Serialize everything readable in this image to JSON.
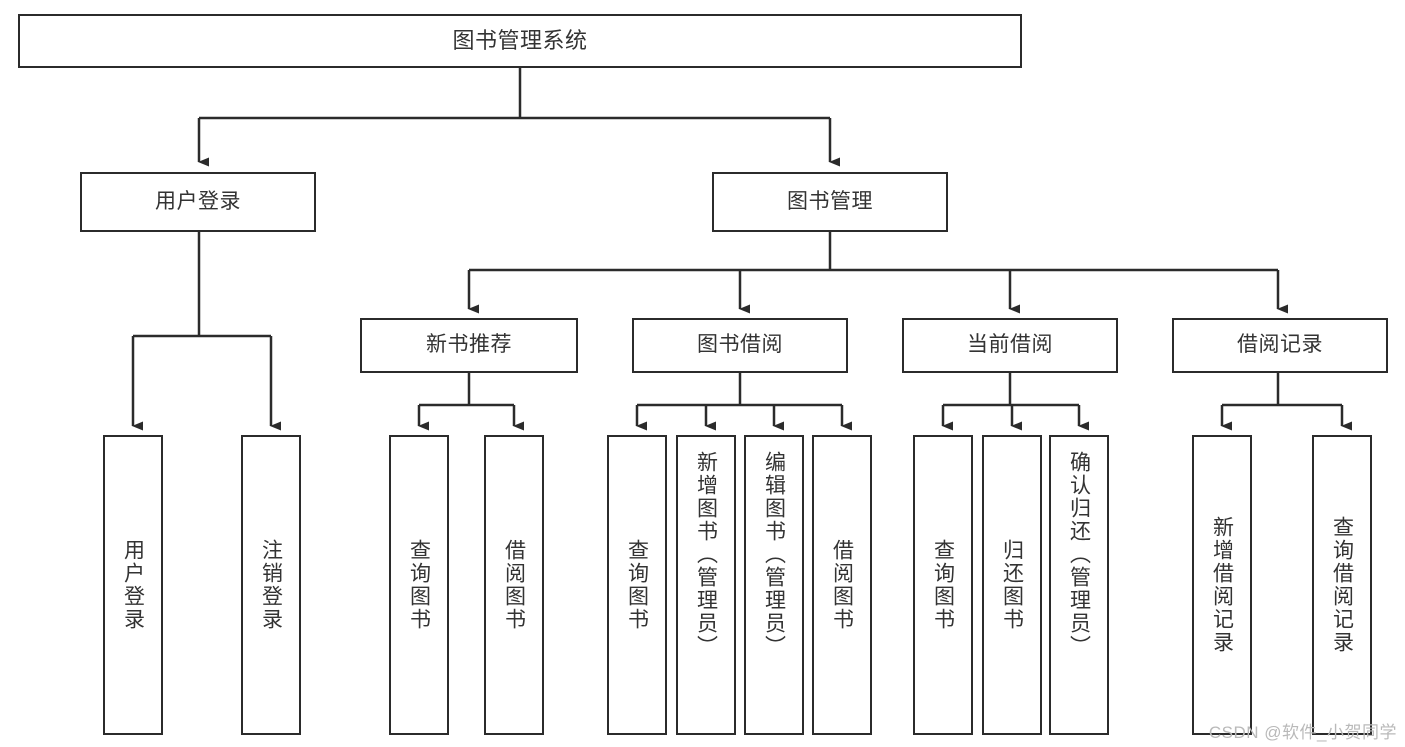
{
  "diagram": {
    "title": "图书管理系统",
    "type": "tree-hierarchy-chart",
    "watermark": "CSDN @软件_小贺同学",
    "colors": {
      "background": "#ffffff",
      "stroke": "#2b2b2b",
      "text": "#333333",
      "watermark": "#b9b9b9"
    },
    "nodes": {
      "root": {
        "label": "图书管理系统"
      },
      "level1": [
        {
          "label": "用户登录"
        },
        {
          "label": "图书管理"
        }
      ],
      "level2": [
        {
          "label": "新书推荐"
        },
        {
          "label": "图书借阅"
        },
        {
          "label": "当前借阅"
        },
        {
          "label": "借阅记录"
        }
      ],
      "leaves": {
        "user_login": [
          {
            "label": "用户登录"
          },
          {
            "label": "注销登录"
          }
        ],
        "new_book_recommend": [
          {
            "label": "查询图书"
          },
          {
            "label": "借阅图书"
          }
        ],
        "book_borrow": [
          {
            "label": "查询图书"
          },
          {
            "label": "新增图书（管理员）"
          },
          {
            "label": "编辑图书（管理员）"
          },
          {
            "label": "借阅图书"
          }
        ],
        "current_borrow": [
          {
            "label": "查询图书"
          },
          {
            "label": "归还图书"
          },
          {
            "label": "确认归还（管理员）"
          }
        ],
        "borrow_record": [
          {
            "label": "新增借阅记录"
          },
          {
            "label": "查询借阅记录"
          }
        ]
      }
    }
  }
}
